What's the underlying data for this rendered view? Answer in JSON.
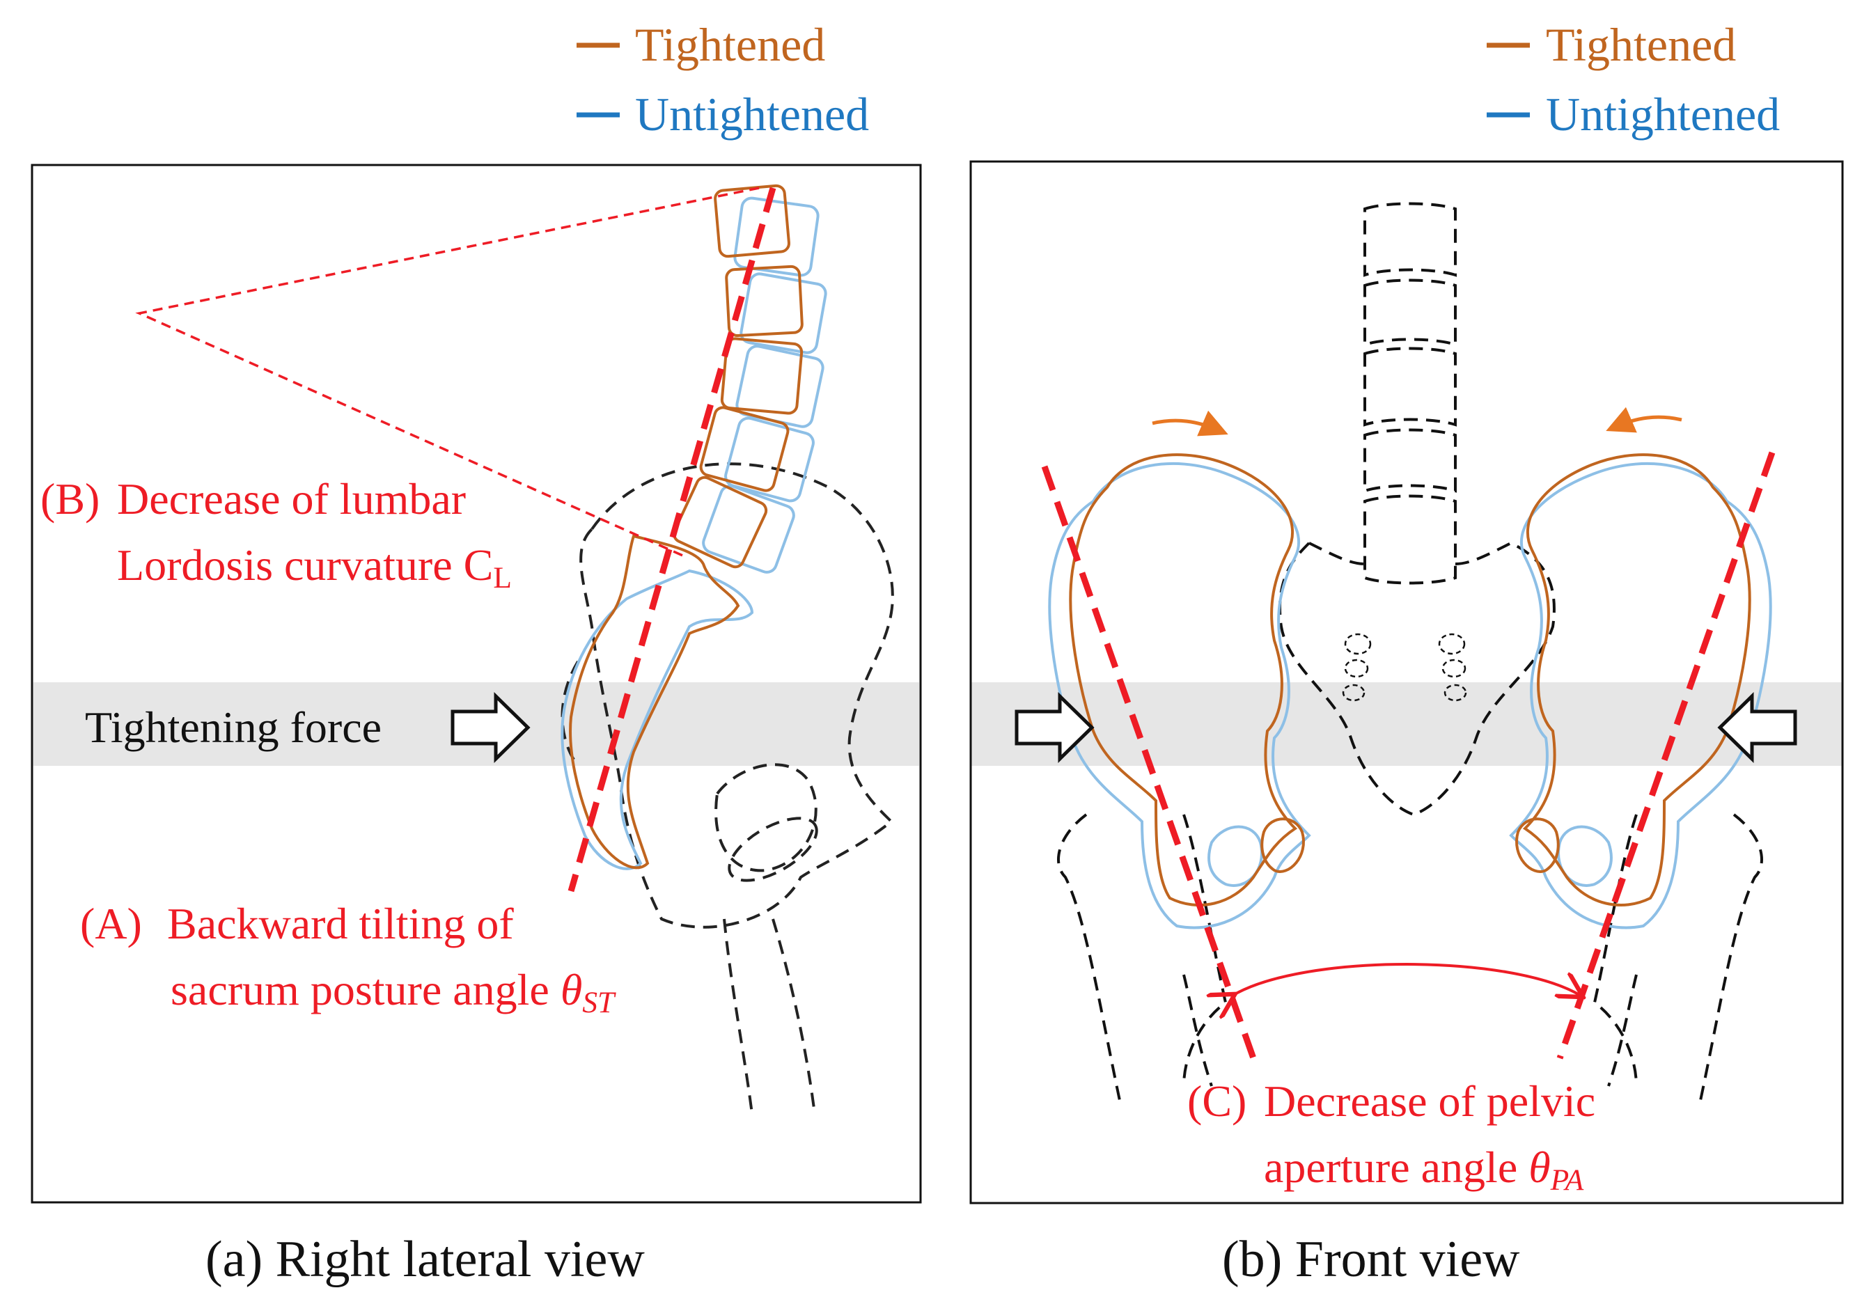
{
  "legend": {
    "tightened": "Tightened",
    "untightened": "Untightened"
  },
  "colors": {
    "tightened": "#C0651F",
    "untightened": "#8DBFE6",
    "annotation": "#EE1C25",
    "force_band": "#E6E6E6"
  },
  "panel_a": {
    "caption": "(a) Right lateral view",
    "force_label": "Tightening force",
    "label_b_tag": "(B)",
    "label_b_line1": "Decrease of lumbar",
    "label_b_line2": "Lordosis curvature C",
    "label_b_sub": "L",
    "label_a_tag": "(A)",
    "label_a_line1": "Backward tilting of",
    "label_a_line2": "sacrum posture angle ",
    "label_a_theta": "θ",
    "label_a_sub": "ST"
  },
  "panel_b": {
    "caption": "(b) Front view",
    "label_c_tag": "(C)",
    "label_c_line1": "Decrease of pelvic",
    "label_c_line2": "aperture angle ",
    "label_c_theta": "θ",
    "label_c_sub": "PA"
  }
}
